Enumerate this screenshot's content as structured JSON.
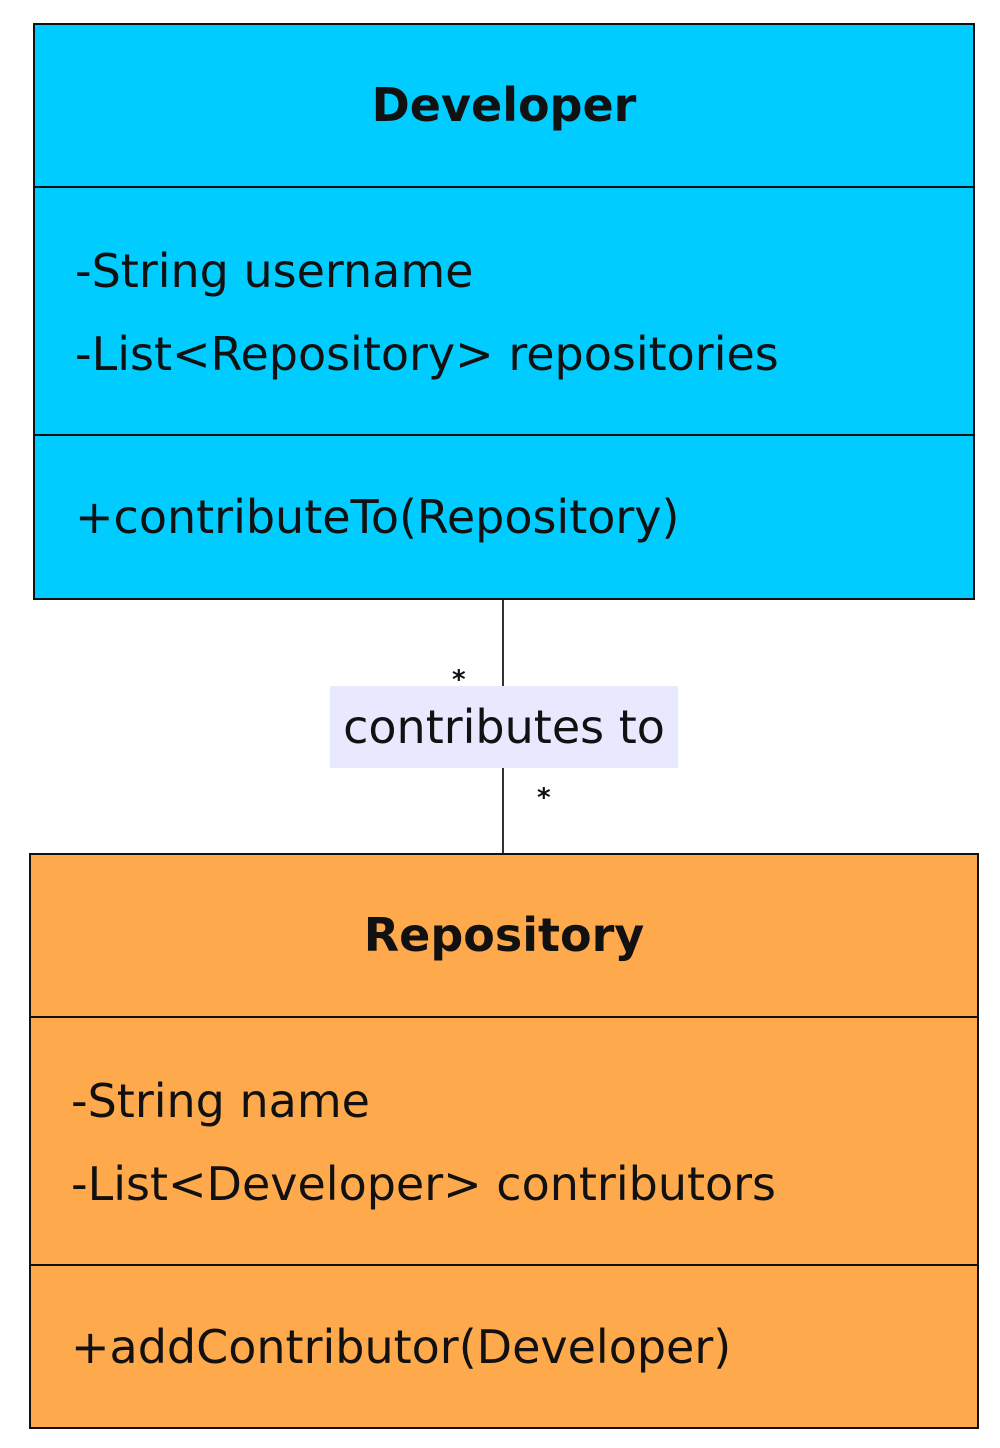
{
  "classes": [
    {
      "name": "Developer",
      "color": "#00ccff",
      "attributes": [
        "-String username",
        "-List<Repository> repositories"
      ],
      "methods": [
        "+contributeTo(Repository)"
      ]
    },
    {
      "name": "Repository",
      "color": "#ffa94d",
      "attributes": [
        "-String name",
        "-List<Developer> contributors"
      ],
      "methods": [
        "+addContributor(Developer)"
      ]
    }
  ],
  "relationship": {
    "label": "contributes to",
    "source_multiplicity": "*",
    "target_multiplicity": "*"
  }
}
